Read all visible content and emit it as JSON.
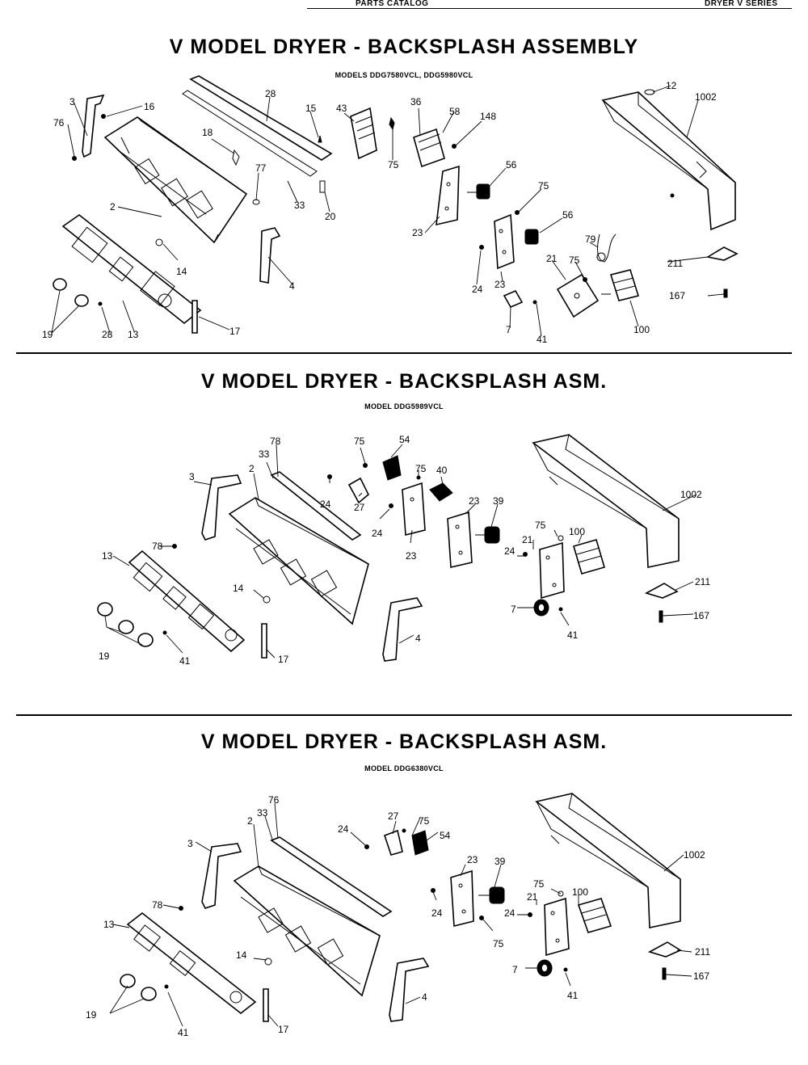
{
  "header": {
    "left": "PARTS CATALOG",
    "right": "DRYER V SERIES"
  },
  "sections": [
    {
      "title": "V MODEL DRYER - BACKSPLASH ASSEMBLY",
      "models": "MODELS DDG7580VCL, DDG5980VCL",
      "callouts": [
        {
          "id": "c1",
          "text": "3"
        },
        {
          "id": "c2",
          "text": "76"
        },
        {
          "id": "c3",
          "text": "16"
        },
        {
          "id": "c4",
          "text": "28"
        },
        {
          "id": "c5",
          "text": "15"
        },
        {
          "id": "c6",
          "text": "18"
        },
        {
          "id": "c7",
          "text": "77"
        },
        {
          "id": "c8",
          "text": "33"
        },
        {
          "id": "c9",
          "text": "20"
        },
        {
          "id": "c10",
          "text": "2"
        },
        {
          "id": "c11",
          "text": "43"
        },
        {
          "id": "c12",
          "text": "75"
        },
        {
          "id": "c13",
          "text": "36"
        },
        {
          "id": "c14",
          "text": "58"
        },
        {
          "id": "c15",
          "text": "148"
        },
        {
          "id": "c16",
          "text": "56"
        },
        {
          "id": "c17",
          "text": "75"
        },
        {
          "id": "c18",
          "text": "23"
        },
        {
          "id": "c19",
          "text": "56"
        },
        {
          "id": "c20",
          "text": "12"
        },
        {
          "id": "c21",
          "text": "1002"
        },
        {
          "id": "c22",
          "text": "79"
        },
        {
          "id": "c23",
          "text": "211"
        },
        {
          "id": "c24",
          "text": "21"
        },
        {
          "id": "c25",
          "text": "75"
        },
        {
          "id": "c26",
          "text": "24"
        },
        {
          "id": "c27",
          "text": "23"
        },
        {
          "id": "c28",
          "text": "167"
        },
        {
          "id": "c29",
          "text": "7"
        },
        {
          "id": "c30",
          "text": "41"
        },
        {
          "id": "c31",
          "text": "100"
        },
        {
          "id": "c32",
          "text": "14"
        },
        {
          "id": "c33",
          "text": "4"
        },
        {
          "id": "c34",
          "text": "19"
        },
        {
          "id": "c35",
          "text": "28"
        },
        {
          "id": "c36",
          "text": "13"
        },
        {
          "id": "c37",
          "text": "17"
        }
      ]
    },
    {
      "title": "V MODEL DRYER - BACKSPLASH ASM.",
      "models": "MODEL DDG5989VCL",
      "callouts": [
        {
          "id": "c1",
          "text": "78"
        },
        {
          "id": "c2",
          "text": "33"
        },
        {
          "id": "c3",
          "text": "2"
        },
        {
          "id": "c4",
          "text": "3"
        },
        {
          "id": "c5",
          "text": "75"
        },
        {
          "id": "c6",
          "text": "54"
        },
        {
          "id": "c7",
          "text": "75"
        },
        {
          "id": "c8",
          "text": "40"
        },
        {
          "id": "c9",
          "text": "24"
        },
        {
          "id": "c10",
          "text": "27"
        },
        {
          "id": "c11",
          "text": "24"
        },
        {
          "id": "c12",
          "text": "23"
        },
        {
          "id": "c13",
          "text": "23"
        },
        {
          "id": "c14",
          "text": "39"
        },
        {
          "id": "c15",
          "text": "75"
        },
        {
          "id": "c16",
          "text": "100"
        },
        {
          "id": "c17",
          "text": "21"
        },
        {
          "id": "c18",
          "text": "24"
        },
        {
          "id": "c19",
          "text": "1002"
        },
        {
          "id": "c20",
          "text": "211"
        },
        {
          "id": "c21",
          "text": "167"
        },
        {
          "id": "c22",
          "text": "78"
        },
        {
          "id": "c23",
          "text": "13"
        },
        {
          "id": "c24",
          "text": "14"
        },
        {
          "id": "c25",
          "text": "7"
        },
        {
          "id": "c26",
          "text": "41"
        },
        {
          "id": "c27",
          "text": "4"
        },
        {
          "id": "c28",
          "text": "19"
        },
        {
          "id": "c29",
          "text": "41"
        },
        {
          "id": "c30",
          "text": "17"
        }
      ]
    },
    {
      "title": "V MODEL DRYER - BACKSPLASH ASM.",
      "models": "MODEL DDG6380VCL",
      "callouts": [
        {
          "id": "c1",
          "text": "76"
        },
        {
          "id": "c2",
          "text": "33"
        },
        {
          "id": "c3",
          "text": "2"
        },
        {
          "id": "c4",
          "text": "3"
        },
        {
          "id": "c5",
          "text": "24"
        },
        {
          "id": "c6",
          "text": "27"
        },
        {
          "id": "c7",
          "text": "75"
        },
        {
          "id": "c8",
          "text": "54"
        },
        {
          "id": "c9",
          "text": "23"
        },
        {
          "id": "c10",
          "text": "39"
        },
        {
          "id": "c11",
          "text": "1002"
        },
        {
          "id": "c12",
          "text": "75"
        },
        {
          "id": "c13",
          "text": "100"
        },
        {
          "id": "c14",
          "text": "21"
        },
        {
          "id": "c15",
          "text": "24"
        },
        {
          "id": "c16",
          "text": "24"
        },
        {
          "id": "c17",
          "text": "75"
        },
        {
          "id": "c18",
          "text": "78"
        },
        {
          "id": "c19",
          "text": "13"
        },
        {
          "id": "c20",
          "text": "14"
        },
        {
          "id": "c21",
          "text": "211"
        },
        {
          "id": "c22",
          "text": "7"
        },
        {
          "id": "c23",
          "text": "41"
        },
        {
          "id": "c24",
          "text": "167"
        },
        {
          "id": "c25",
          "text": "4"
        },
        {
          "id": "c26",
          "text": "19"
        },
        {
          "id": "c27",
          "text": "41"
        },
        {
          "id": "c28",
          "text": "17"
        }
      ]
    }
  ]
}
